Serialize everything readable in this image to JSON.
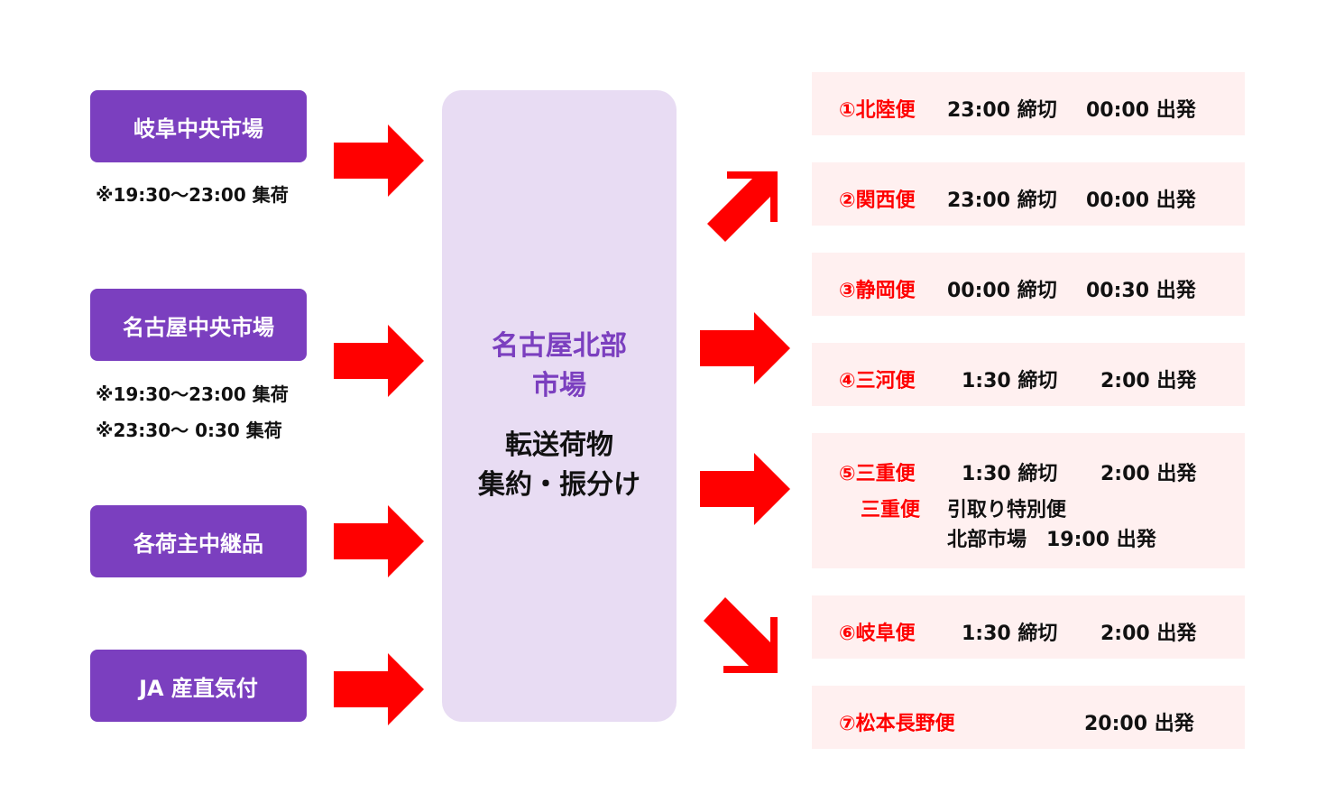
{
  "sources": [
    {
      "label": "岐阜中央市場",
      "notes": [
        "※19:30～23:00 集荷"
      ]
    },
    {
      "label": "名古屋中央市場",
      "notes": [
        "※19:30～23:00 集荷",
        "※23:30～  0:30 集荷"
      ]
    },
    {
      "label": "各荷主中継品",
      "notes": []
    },
    {
      "label": "JA 産直気付",
      "notes": []
    }
  ],
  "hub": {
    "title_line1": "名古屋北部",
    "title_line2": "市場",
    "sub_line1": "転送荷物",
    "sub_line2": "集約・振分け"
  },
  "routes": [
    {
      "name": "①北陸便",
      "cutoff": "23:00 締切",
      "depart": "00:00 出発"
    },
    {
      "name": "②関西便",
      "cutoff": "23:00 締切",
      "depart": "00:00 出発"
    },
    {
      "name": "③静岡便",
      "cutoff": "00:00 締切",
      "depart": "00:30 出発"
    },
    {
      "name": "④三河便",
      "cutoff": "1:30 締切",
      "depart": "2:00 出発"
    },
    {
      "name": "⑤三重便",
      "cutoff": "1:30 締切",
      "depart": "2:00 出発",
      "special_name": "三重便",
      "special_line1": "引取り特別便",
      "special_line2": "北部市場　19:00 出発"
    },
    {
      "name": "⑥岐阜便",
      "cutoff": "1:30 締切",
      "depart": "2:00 出発"
    },
    {
      "name": "⑦松本長野便",
      "cutoff": "",
      "depart": "20:00 出発"
    }
  ],
  "colors": {
    "source_box": "#7b3fbf",
    "hub_box": "#e8dcf3",
    "hub_title": "#7b3fbf",
    "arrow": "#ff0000",
    "route_box": "#fff0f0",
    "route_name": "#ff0000"
  }
}
